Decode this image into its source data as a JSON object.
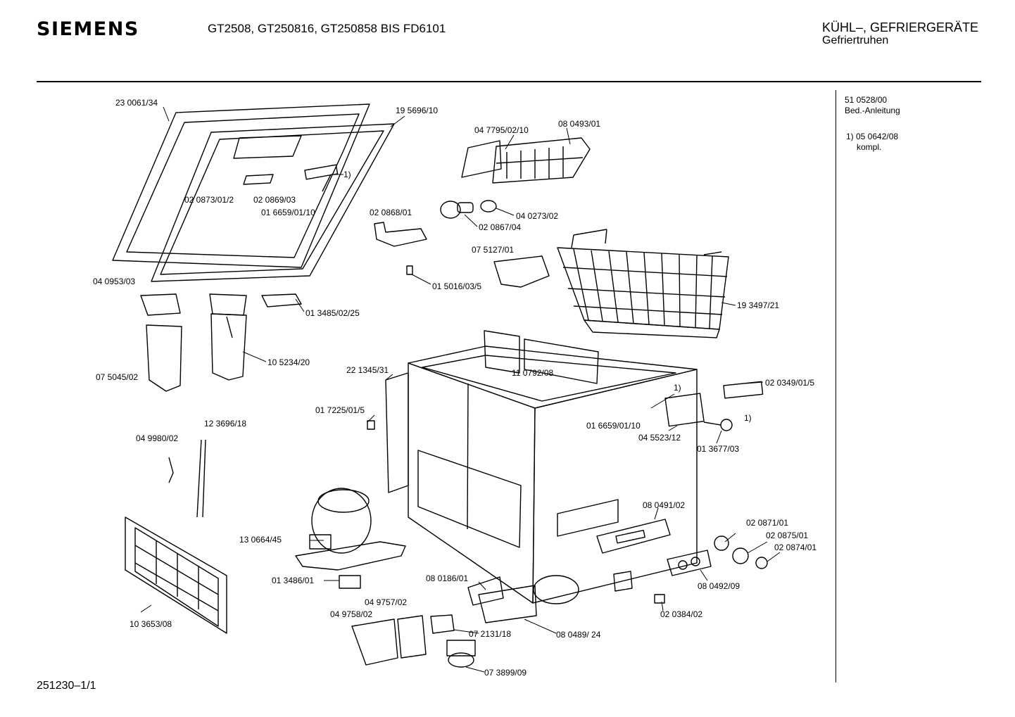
{
  "header": {
    "brand": "SIEMENS",
    "models": "GT2508, GT250816, GT250858  BIS FD6101",
    "category_line1": "KÜHL–, GEFRIERGERÄTE",
    "category_line2": "Gefriertruhen"
  },
  "sidebar": {
    "item1_number": "51 0528/00",
    "item1_desc": "Bed.-Anleitung",
    "item2_number": "1) 05 0642/08",
    "item2_desc": "kompl."
  },
  "footer": {
    "doc_number": "251230–1/1"
  },
  "parts": [
    {
      "id": "p1",
      "label": "23 0061/34"
    },
    {
      "id": "p2",
      "label": "19 5696/10"
    },
    {
      "id": "p3",
      "label": "1)"
    },
    {
      "id": "p4",
      "label": "02 0873/01/2"
    },
    {
      "id": "p5",
      "label": "02 0869/03"
    },
    {
      "id": "p6",
      "label": "01 6659/01/10"
    },
    {
      "id": "p7",
      "label": "04 7795/02/10"
    },
    {
      "id": "p8",
      "label": "08 0493/01"
    },
    {
      "id": "p9",
      "label": "02 0868/01"
    },
    {
      "id": "p10",
      "label": "04 0273/02"
    },
    {
      "id": "p11",
      "label": "02 0867/04"
    },
    {
      "id": "p12",
      "label": "07 5127/01"
    },
    {
      "id": "p13",
      "label": "01 5016/03/5"
    },
    {
      "id": "p14",
      "label": "19 3497/21"
    },
    {
      "id": "p15",
      "label": "04 0953/03"
    },
    {
      "id": "p16",
      "label": "01 3485/02/25"
    },
    {
      "id": "p17",
      "label": "10 5234/20"
    },
    {
      "id": "p18",
      "label": "07 5045/02"
    },
    {
      "id": "p19",
      "label": "22 1345/31"
    },
    {
      "id": "p20",
      "label": "11 0792/08"
    },
    {
      "id": "p21",
      "label": "02 0349/01/5"
    },
    {
      "id": "p22",
      "label": "01 7225/01/5"
    },
    {
      "id": "p23",
      "label": "1)"
    },
    {
      "id": "p24",
      "label": "01 6659/01/10"
    },
    {
      "id": "p25",
      "label": "04 5523/12"
    },
    {
      "id": "p26",
      "label": "1)"
    },
    {
      "id": "p27",
      "label": "01 3677/03"
    },
    {
      "id": "p28",
      "label": "12 3696/18"
    },
    {
      "id": "p29",
      "label": "04 9980/02"
    },
    {
      "id": "p30",
      "label": "08 0491/02"
    },
    {
      "id": "p31",
      "label": "13 0664/45"
    },
    {
      "id": "p32",
      "label": "02 0871/01"
    },
    {
      "id": "p33",
      "label": "02 0875/01"
    },
    {
      "id": "p34",
      "label": "02 0874/01"
    },
    {
      "id": "p35",
      "label": "01 3486/01"
    },
    {
      "id": "p36",
      "label": "08 0186/01"
    },
    {
      "id": "p37",
      "label": "08 0492/09"
    },
    {
      "id": "p38",
      "label": "04 9757/02"
    },
    {
      "id": "p39",
      "label": "04 9758/02"
    },
    {
      "id": "p40",
      "label": "07 2131/18"
    },
    {
      "id": "p41",
      "label": "08 0489/ 24"
    },
    {
      "id": "p42",
      "label": "02 0384/02"
    },
    {
      "id": "p43",
      "label": "10 3653/08"
    },
    {
      "id": "p44",
      "label": "07 3899/09"
    }
  ]
}
